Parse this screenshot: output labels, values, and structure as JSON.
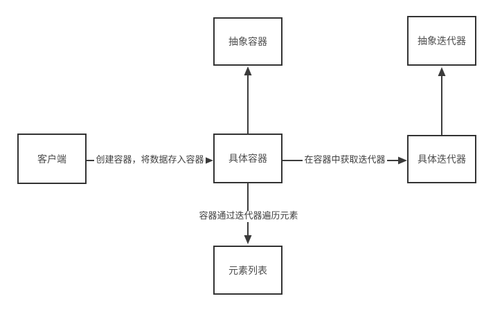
{
  "diagram": {
    "kind": "flow-diagram",
    "nodes": {
      "client": {
        "label": "客户端"
      },
      "abstract_container": {
        "label": "抽象容器"
      },
      "concrete_container": {
        "label": "具体容器"
      },
      "abstract_iterator": {
        "label": "抽象迭代器"
      },
      "concrete_iterator": {
        "label": "具体迭代器"
      },
      "element_list": {
        "label": "元素列表"
      }
    },
    "edges": {
      "create_container": {
        "label": "创建容器，将数据存入容器",
        "from": "client",
        "to": "concrete_container"
      },
      "to_abstract_container": {
        "label": "",
        "from": "concrete_container",
        "to": "abstract_container"
      },
      "get_iterator": {
        "label": "在容器中获取迭代器",
        "from": "concrete_container",
        "to": "concrete_iterator"
      },
      "to_abstract_iterator": {
        "label": "",
        "from": "concrete_iterator",
        "to": "abstract_iterator"
      },
      "traverse_elements": {
        "label": "容器通过迭代器遍历元素",
        "from": "concrete_container",
        "to": "element_list"
      }
    },
    "colors": {
      "background": "#ffffff",
      "line": "#3b3b3b",
      "node_border": "#333333",
      "node_fill": "#ffffff",
      "text": "#4d4d4d"
    }
  }
}
